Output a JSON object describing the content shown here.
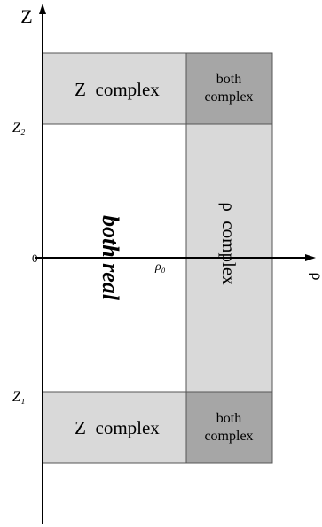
{
  "axes": {
    "vertical_label": "Z",
    "horizontal_label": "ρ"
  },
  "ticks": {
    "z2": "Z₂",
    "zero": "0",
    "rho0": "ρ₀",
    "z1": "Z₁"
  },
  "regions": {
    "top_left": "Z  complex",
    "top_right_line1": "both",
    "top_right_line2": "complex",
    "center_left": "both real",
    "center_right": "ρ  complex",
    "bottom_left": "Z  complex",
    "bottom_right_line1": "both",
    "bottom_right_line2": "complex"
  },
  "colors": {
    "light_gray": "#d9d9d9",
    "dark_gray": "#a6a6a6",
    "white": "#ffffff",
    "axis": "#000000"
  }
}
